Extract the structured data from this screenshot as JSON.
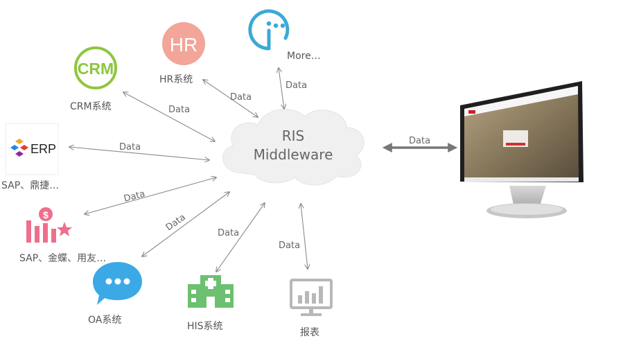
{
  "hub": {
    "line1": "RIS",
    "line2": "Middleware"
  },
  "nodes": [
    {
      "id": "crm",
      "label": "CRM系统",
      "icon": "crm-icon",
      "logo_text": "CRM",
      "color": "#8dc63f"
    },
    {
      "id": "hr",
      "label": "HR系统",
      "icon": "hr-icon",
      "logo_text": "HR",
      "color": "#f28b7a"
    },
    {
      "id": "more",
      "label": "More…",
      "icon": "more-icon",
      "color": "#3ba9d6"
    },
    {
      "id": "erp",
      "label": "SAP、鼎捷…",
      "icon": "erp-icon",
      "logo_text": "ERP",
      "color": "#2b2b2b"
    },
    {
      "id": "finance",
      "label": "SAP、金蝶、用友…",
      "icon": "finance-chart-icon",
      "logo_text": "$",
      "color": "#ee6f8b"
    },
    {
      "id": "oa",
      "label": "OA系统",
      "icon": "chat-bubble-icon",
      "color": "#3ba9e6"
    },
    {
      "id": "his",
      "label": "HIS系统",
      "icon": "hospital-icon",
      "color": "#6cc070"
    },
    {
      "id": "report",
      "label": "报表",
      "icon": "report-chart-icon",
      "color": "#b8b8b8"
    }
  ],
  "edge_label": "Data",
  "monitor": {
    "icon": "monitor-icon"
  }
}
